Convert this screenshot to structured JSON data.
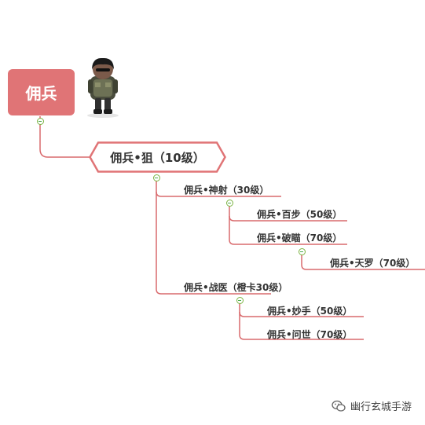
{
  "colors": {
    "root_fill": "#e07476",
    "line": "#d96a6d",
    "toggle": "#7cb342"
  },
  "root": {
    "label": "佣兵"
  },
  "level1": {
    "label": "佣兵•狙（10级）"
  },
  "branches": [
    {
      "label": "佣兵•神射（30级）"
    },
    {
      "label": "佣兵•百步（50级）"
    },
    {
      "label": "佣兵•破瞄（70级）"
    },
    {
      "label": "佣兵•天罗（70级）"
    },
    {
      "label": "佣兵•战医（橙卡30级）"
    },
    {
      "label": "佣兵•妙手（50级）"
    },
    {
      "label": "佣兵•问世（70级）"
    }
  ],
  "watermark": {
    "text": "幽行玄城手游",
    "icon": "wechat-icon"
  },
  "avatar": {
    "icon": "soldier-character-icon"
  }
}
